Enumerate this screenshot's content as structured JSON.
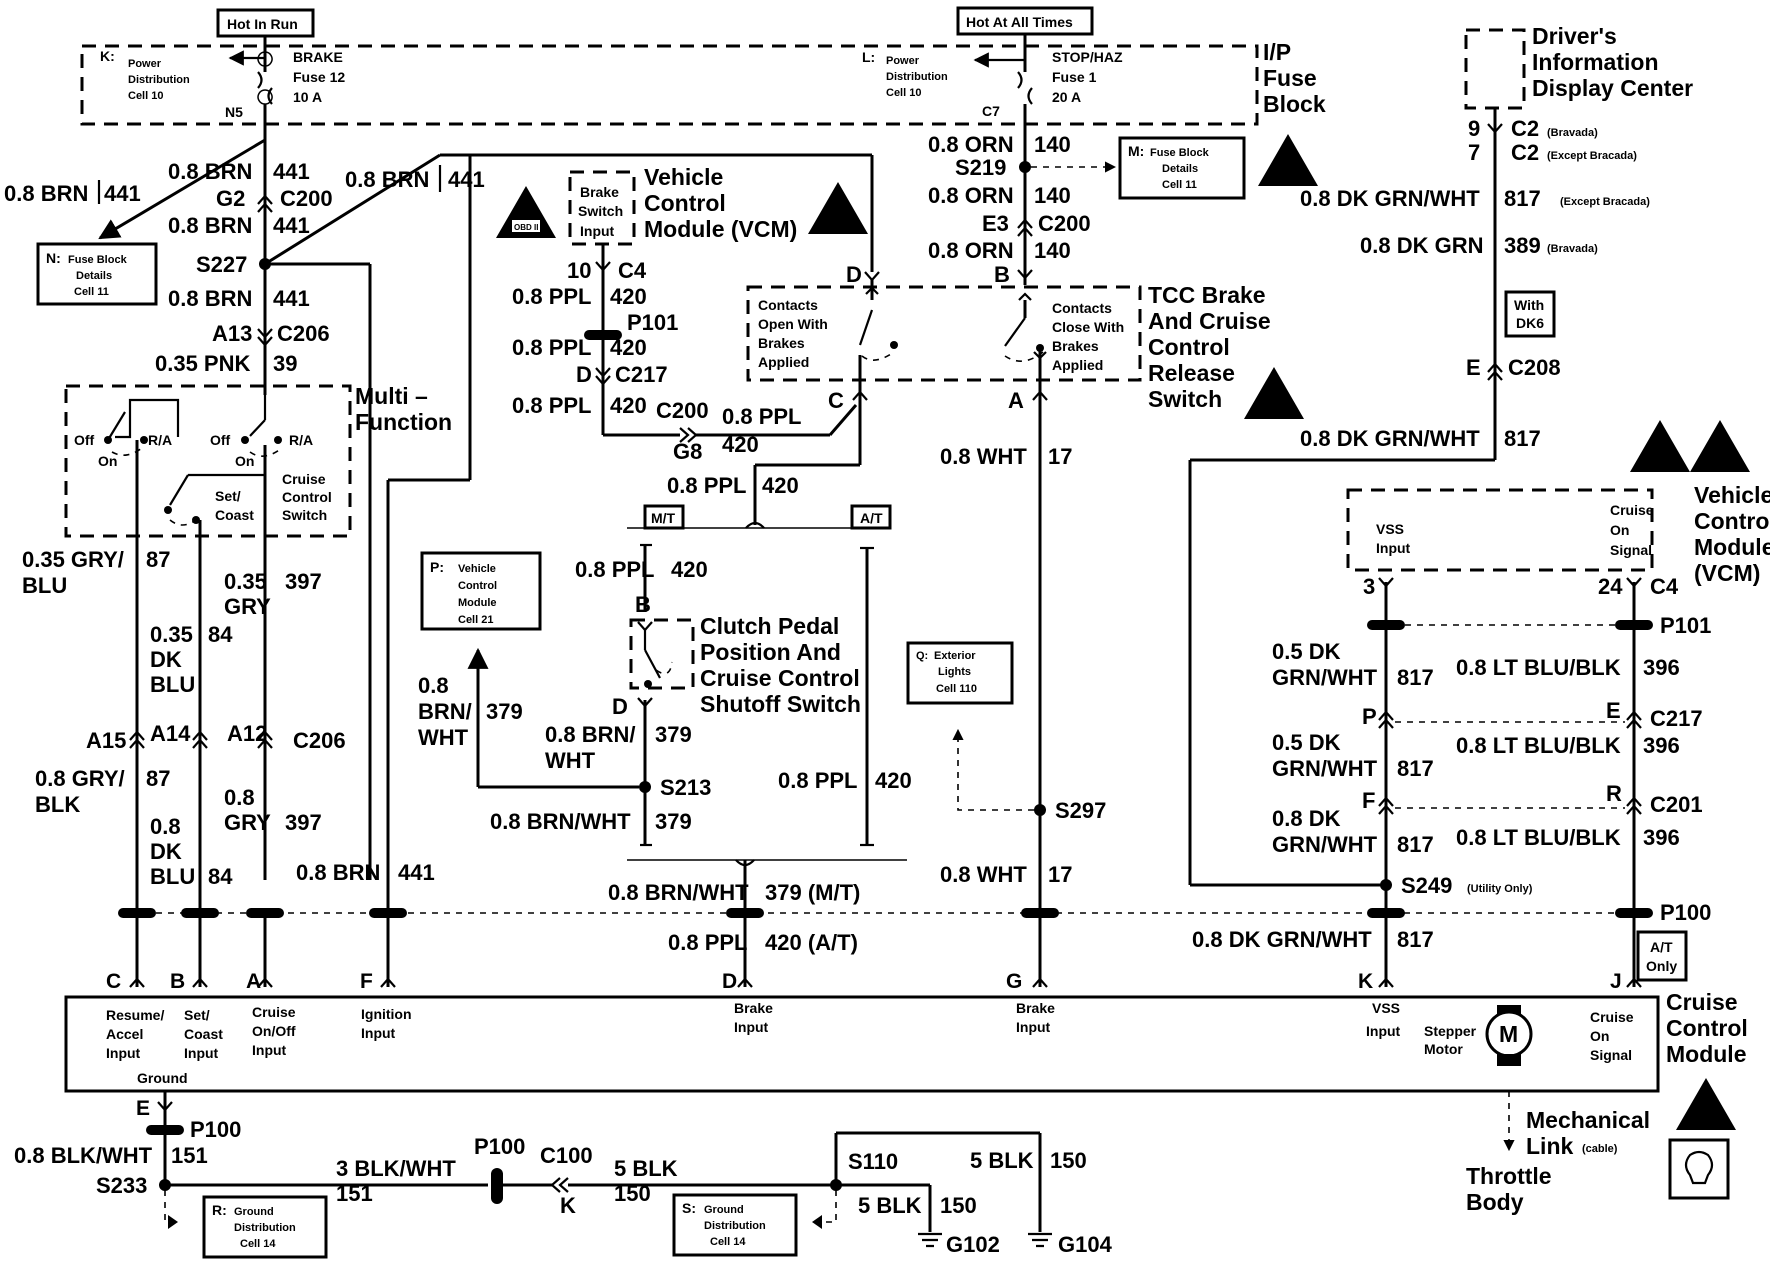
{
  "fuses": {
    "brake": {
      "power": "Hot In Run",
      "k_ref": "K:",
      "dist1": "Power",
      "dist2": "Distribution",
      "dist3": "Cell 10",
      "name": "BRAKE",
      "fuse": "Fuse 12",
      "amps": "10 A",
      "pin": "N5"
    },
    "stop": {
      "power": "Hot At All Times",
      "l_ref": "L:",
      "dist1": "Power",
      "dist2": "Distribution",
      "dist3": "Cell 10",
      "name": "STOP/HAZ",
      "fuse": "Fuse 1",
      "amps": "20 A",
      "pin": "C7"
    },
    "ip_block": [
      "I/P",
      "Fuse",
      "Block"
    ]
  },
  "left_column": {
    "w1_gauge": "0.8 BRN",
    "w1_num": "441",
    "w2_gauge": "0.8 BRN",
    "w2_num": "441",
    "g2": "G2",
    "c200": "C200",
    "w3_gauge": "0.8 BRN",
    "w3_num": "441",
    "s227": "S227",
    "w4_gauge": "0.8 BRN",
    "w4_num": "441",
    "a13": "A13",
    "c206": "C206",
    "w5_gauge": "0.35 PNK",
    "w5_num": "39",
    "branch_gauge": "0.8 BRN",
    "branch_num": "441",
    "n_box": [
      "N:",
      "Fuse Block",
      "Details",
      "Cell 11"
    ]
  },
  "multi_switch": {
    "title1": "Multi –",
    "title2": "Function",
    "off1": "Off",
    "ra1": "R/A",
    "on1": "On",
    "off2": "Off",
    "ra2": "R/A",
    "on2": "On",
    "set": "Set/",
    "coast": "Coast",
    "cruise1": "Cruise",
    "cruise2": "Control",
    "cruise3": "Switch"
  },
  "switch_wires": {
    "w87a": "0.35 GRY/",
    "w87b": "BLU",
    "w87n": "87",
    "w397a": "0.35",
    "w397b": "GRY",
    "w397n": "397",
    "w84a": "0.35",
    "w84b": "DK",
    "w84c": "BLU",
    "w84n": "84",
    "a15": "A15",
    "a14": "A14",
    "a12": "A12",
    "c206": "C206",
    "l87a": "0.8 GRY/",
    "l87b": "BLK",
    "l87n": "87",
    "l84a": "0.8",
    "l84b": "DK",
    "l84c": "BLU",
    "l84n": "84",
    "l397a": "0.8",
    "l397b": "GRY",
    "l397n": "397",
    "l441": "0.8 BRN",
    "l441n": "441"
  },
  "vcm_top": {
    "input1": "Brake",
    "input2": "Switch",
    "input3": "Input",
    "title1": "Vehicle",
    "title2": "Control",
    "title3": "Module (VCM)",
    "pin": "10",
    "conn": "C4",
    "w1": "0.8 PPL",
    "w1n": "420",
    "p101": "P101",
    "w2": "0.8 PPL",
    "w2n": "420",
    "d": "D",
    "c217": "C217",
    "w3": "0.8 PPL",
    "w3n": "420",
    "c200": "C200",
    "w4": "0.8 PPL",
    "w4n": "420",
    "g8": "G8",
    "w5": "0.8 PPL",
    "w5n": "420",
    "obd": "OBD II"
  },
  "tcc_switch": {
    "title1": "TCC Brake",
    "title2": "And Cruise",
    "title3": "Control",
    "title4": "Release",
    "title5": "Switch",
    "open1": "Contacts",
    "open2": "Open With",
    "open3": "Brakes",
    "open4": "Applied",
    "close1": "Contacts",
    "close2": "Close With",
    "close3": "Brakes",
    "close4": "Applied",
    "d": "D",
    "b": "B",
    "c": "C",
    "a": "A"
  },
  "stop_column": {
    "w1": "0.8 ORN",
    "w1n": "140",
    "s219": "S219",
    "w2": "0.8 ORN",
    "w2n": "140",
    "e3": "E3",
    "c200": "C200",
    "w3": "0.8 ORN",
    "w3n": "140",
    "m_box": [
      "M:",
      "Fuse Block",
      "Details",
      "Cell 11"
    ],
    "w4": "0.8 WHT",
    "w4n": "17",
    "s297": "S297",
    "w5": "0.8 WHT",
    "w5n": "17",
    "q_box": [
      "Q:",
      "Exterior",
      "Lights",
      "Cell 110"
    ]
  },
  "clutch": {
    "mt": "M/T",
    "at": "A/T",
    "w1": "0.8 PPL",
    "w1n": "420",
    "b": "B",
    "d": "D",
    "title1": "Clutch Pedal",
    "title2": "Position And",
    "title3": "Cruise Control",
    "title4": "Shutoff Switch",
    "p_box": [
      "P:",
      "Vehicle",
      "Control",
      "Module",
      "Cell 21"
    ],
    "left1": "0.8",
    "left2": "BRN/",
    "left3": "WHT",
    "leftn": "379",
    "w2a": "0.8 BRN/",
    "w2b": "WHT",
    "w2n": "379",
    "s213": "S213",
    "w3": "0.8 BRN/WHT",
    "w3n": "379",
    "at_w": "0.8 PPL",
    "at_wn": "420",
    "mt_w": "0.8 BRN/WHT",
    "mt_wn": "379 (M/T)",
    "at_b": "0.8 PPL",
    "at_bn": "420 (A/T)"
  },
  "dic": {
    "title1": "Driver's",
    "title2": "Information",
    "title3": "Display Center",
    "pin9": "9",
    "c2a": "C2",
    "bravada": "(Bravada)",
    "pin7": "7",
    "c2b": "C2",
    "except": "(Except Bracada)",
    "w1": "0.8 DK GRN/WHT",
    "w1n": "817",
    "w1note": "(Except Bracada)",
    "w2": "0.8 DK GRN",
    "w2n": "389",
    "w2note": "(Bravada)",
    "dk6a": "With",
    "dk6b": "DK6",
    "e": "E",
    "c208": "C208",
    "w3": "0.8 DK GRN/WHT",
    "w3n": "817"
  },
  "vcm_right": {
    "title1": "Vehicle",
    "title2": "Control",
    "title3": "Module",
    "title4": "(VCM)",
    "vss1": "VSS",
    "vss2": "Input",
    "on1": "Cruise",
    "on2": "On",
    "on3": "Signal",
    "pin3": "3",
    "pin24": "24",
    "c4": "C4",
    "p101": "P101",
    "l1a": "0.5 DK",
    "l1b": "GRN/WHT",
    "l1n": "817",
    "r1": "0.8 LT BLU/BLK",
    "r1n": "396",
    "p": "P",
    "e": "E",
    "c217": "C217",
    "l2a": "0.5 DK",
    "l2b": "GRN/WHT",
    "l2n": "817",
    "r2": "0.8 LT BLU/BLK",
    "r2n": "396",
    "f": "F",
    "r": "R",
    "c201": "C201",
    "l3a": "0.8 DK",
    "l3b": "GRN/WHT",
    "l3n": "817",
    "r3": "0.8 LT BLU/BLK",
    "r3n": "396",
    "s249": "S249",
    "utility": "(Utility Only)",
    "p100": "P100",
    "w_bot": "0.8 DK GRN/WHT",
    "w_botn": "817",
    "at1": "A/T",
    "at2": "Only"
  },
  "module": {
    "title1": "Cruise",
    "title2": "Control",
    "title3": "Module",
    "pins": [
      "C",
      "B",
      "A",
      "F",
      "D",
      "G",
      "K",
      "J"
    ],
    "in_c": [
      "Resume/",
      "Accel",
      "Input"
    ],
    "in_b": [
      "Set/",
      "Coast",
      "Input"
    ],
    "in_a": [
      "Cruise",
      "On/Off",
      "Input"
    ],
    "in_f": [
      "Ignition",
      "Input"
    ],
    "in_d": [
      "Brake",
      "Input"
    ],
    "in_g": [
      "Brake",
      "Input"
    ],
    "in_k": [
      "VSS",
      "Input"
    ],
    "stepper": [
      "Stepper",
      "Motor"
    ],
    "in_j": [
      "Cruise",
      "On",
      "Signal"
    ],
    "motor": "M",
    "ground": "Ground",
    "link1": "Mechanical",
    "link2": "Link",
    "cable": "(cable)",
    "throttle1": "Throttle",
    "throttle2": "Body"
  },
  "ground": {
    "e": "E",
    "p100": "P100",
    "w1": "0.8 BLK/WHT",
    "w1n": "151",
    "s233": "S233",
    "w2": "3 BLK/WHT",
    "w2n": "151",
    "p100b": "P100",
    "c100": "C100",
    "k": "K",
    "w3": "5 BLK",
    "w3n": "150",
    "s110": "S110",
    "w4": "5 BLK",
    "w4n": "150",
    "w5": "5 BLK",
    "w5n": "150",
    "g102": "G102",
    "g104": "G104",
    "r_box": [
      "R:",
      "Ground",
      "Distribution",
      "Cell 14"
    ],
    "s_box": [
      "S:",
      "Ground",
      "Distribution",
      "Cell 14"
    ]
  }
}
